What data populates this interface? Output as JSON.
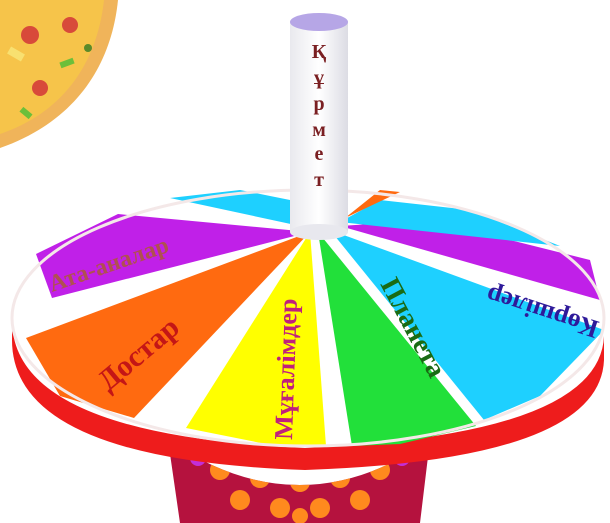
{
  "stem": {
    "letters": [
      "Қ",
      "ұ",
      "р",
      "м",
      "е",
      "т"
    ]
  },
  "segments": {
    "ata_analar": "Ата-аналар",
    "dostar": "Достар",
    "mugalimder": "Мұғалімдер",
    "planeta": "Планета",
    "korshiler": "Көршілер"
  },
  "colors": {
    "purple": "#c020e8",
    "orange": "#ff6a10",
    "yellow": "#ffff00",
    "green": "#22e03a",
    "cyan": "#1ed0ff",
    "red_rim": "#ee1c1c",
    "text_red": "#c41616",
    "text_pink": "#c0207c",
    "text_blue": "#2e1a9a",
    "text_darkgreen": "#1a6b14",
    "text_gray": "#b05050"
  },
  "icons": {
    "pizza_corner": "pizza-icon",
    "dots": "polka-dot-pattern"
  }
}
